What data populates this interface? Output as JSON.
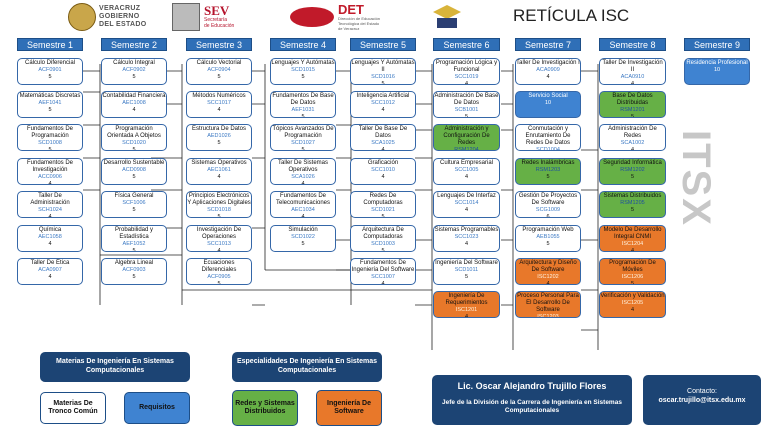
{
  "header": {
    "logo_veracruz": [
      "VERACRUZ",
      "GOBIERNO",
      "DEL ESTADO"
    ],
    "logo_sev": "SEV",
    "logo_sev_sub": [
      "Secretaría",
      "de Educación"
    ],
    "logo_det": "DET",
    "logo_det_sub": [
      "Dirección de Educación",
      "Tecnológica del Estado",
      "de Veracruz"
    ],
    "title": "RETÍCULA ISC"
  },
  "semesters": [
    "Semestre 1",
    "Semestre 2",
    "Semestre 3",
    "Semestre 4",
    "Semestre 5",
    "Semestre 6",
    "Semestre 7",
    "Semestre 8",
    "Semestre 9"
  ],
  "courses": {
    "s1": [
      {
        "name": "Cálculo Diferencial",
        "code": "ACF0901",
        "credits": "5"
      },
      {
        "name": "Matemáticas Discretas",
        "code": "AEF1041",
        "credits": "5"
      },
      {
        "name": "Fundamentos De Programación",
        "code": "SCD1008",
        "credits": "5"
      },
      {
        "name": "Fundamentos De Investigación",
        "code": "ACC0906",
        "credits": "4"
      },
      {
        "name": "Taller De Administración",
        "code": "SCH1024",
        "credits": "4"
      },
      {
        "name": "Química",
        "code": "AEC1058",
        "credits": "4"
      },
      {
        "name": "Taller De Ética",
        "code": "ACA0907",
        "credits": "4"
      }
    ],
    "s2": [
      {
        "name": "Cálculo Integral",
        "code": "ACF0902",
        "credits": "5"
      },
      {
        "name": "Contabilidad Financiera",
        "code": "AEC1008",
        "credits": "4"
      },
      {
        "name": "Programación Orientada A Objetos",
        "code": "SCD1020",
        "credits": "5"
      },
      {
        "name": "Desarrollo Sustentable",
        "code": "ACD0908",
        "credits": "5"
      },
      {
        "name": "Física General",
        "code": "SCF1006",
        "credits": "5"
      },
      {
        "name": "Probabilidad y Estadística",
        "code": "AEF1052",
        "credits": "5"
      },
      {
        "name": "Álgebra Lineal",
        "code": "ACF0903",
        "credits": "5"
      }
    ],
    "s3": [
      {
        "name": "Cálculo Vectorial",
        "code": "ACF0904",
        "credits": "5"
      },
      {
        "name": "Métodos Numéricos",
        "code": "SCC1017",
        "credits": "4"
      },
      {
        "name": "Estructura De Datos",
        "code": "AED1026",
        "credits": "5"
      },
      {
        "name": "Sistemas Operativos",
        "code": "AEC1061",
        "credits": "4"
      },
      {
        "name": "Principios Electrónicos Y Aplicaciones Digitales",
        "code": "SCD1018",
        "credits": "5"
      },
      {
        "name": "Investigación De Operaciones",
        "code": "SCC1013",
        "credits": "4"
      },
      {
        "name": "Ecuaciones Diferenciales",
        "code": "ACF0905",
        "credits": "5"
      }
    ],
    "s4": [
      {
        "name": "Lenguajes Y Autómatas",
        "code": "SCD1015",
        "credits": "5"
      },
      {
        "name": "Fundamentos De Base De Datos",
        "code": "AEF1031",
        "credits": "5"
      },
      {
        "name": "Tópicos Avanzados De Programación",
        "code": "SCD1027",
        "credits": "5"
      },
      {
        "name": "Taller De Sistemas Operativos",
        "code": "SCA1026",
        "credits": "4"
      },
      {
        "name": "Fundamentos De Telecomunicaciones",
        "code": "AEC1034",
        "credits": "4"
      },
      {
        "name": "Simulación",
        "code": "SCD1022",
        "credits": "5"
      }
    ],
    "s5": [
      {
        "name": "Lenguajes Y Autómatas II",
        "code": "SCD1016",
        "credits": "5"
      },
      {
        "name": "Inteligencia Artificial",
        "code": "SCC1012",
        "credits": "4"
      },
      {
        "name": "Taller De Base De Datos",
        "code": "SCA1025",
        "credits": "4"
      },
      {
        "name": "Graficación",
        "code": "SCC1010",
        "credits": "4"
      },
      {
        "name": "Redes De Computadoras",
        "code": "SCD1021",
        "credits": "5"
      },
      {
        "name": "Arquitectura De Computadoras",
        "code": "SCD1003",
        "credits": "5"
      },
      {
        "name": "Fundamentos De Ingeniería Del Software",
        "code": "SCC1007",
        "credits": "4"
      }
    ],
    "s6": [
      {
        "name": "Programación Lógica y Funcional",
        "code": "SCC1019",
        "credits": "4"
      },
      {
        "name": "Administración De Base De Datos",
        "code": "SCB1001",
        "credits": "5"
      },
      {
        "name": "Administración y Configuración De Redes",
        "code": "RSM1204",
        "credits": "5",
        "style": "green"
      },
      {
        "name": "Cultura Empresarial",
        "code": "SCC1005",
        "credits": "4"
      },
      {
        "name": "Lenguajes De Interfaz",
        "code": "SCC1014",
        "credits": "4"
      },
      {
        "name": "Sistemas Programables",
        "code": "SCC1023",
        "credits": "4"
      },
      {
        "name": "Ingeniería Del Software",
        "code": "SCD1011",
        "credits": "5"
      },
      {
        "name": "Ingeniería De Requerimientos",
        "code": "ISC1201",
        "credits": "4",
        "style": "orange"
      }
    ],
    "s7": [
      {
        "name": "Taller De Investigación I",
        "code": "ACA0909",
        "credits": "4"
      },
      {
        "name": "Servicio Social",
        "code": "",
        "credits": "10",
        "style": "blue"
      },
      {
        "name": "Conmutación y Enrutamiento De Redes De Datos",
        "code": "SCD1004",
        "credits": "5"
      },
      {
        "name": "Redes Inalámbricas",
        "code": "RSM1203",
        "credits": "5",
        "style": "green"
      },
      {
        "name": "Gestión De Proyectos De Software",
        "code": "SCG1009",
        "credits": "6"
      },
      {
        "name": "Programación Web",
        "code": "AEB1055",
        "credits": "5"
      },
      {
        "name": "Arquitectura y Diseño De Software",
        "code": "ISC1202",
        "credits": "4",
        "style": "orange"
      },
      {
        "name": "Proceso Personal Para El Desarrollo De Software",
        "code": "ISC1203",
        "credits": "4",
        "style": "orange"
      }
    ],
    "s8": [
      {
        "name": "Taller De Investigación II",
        "code": "ACA0910",
        "credits": "4"
      },
      {
        "name": "Base De Datos Distribuidas",
        "code": "RSM1201",
        "credits": "5",
        "style": "green"
      },
      {
        "name": "Administración De Redes",
        "code": "SCA1002",
        "credits": "4"
      },
      {
        "name": "Seguridad Informática",
        "code": "RSM1202",
        "credits": "5",
        "style": "green"
      },
      {
        "name": "Sistemas Distribuidos",
        "code": "RSM1205",
        "credits": "5",
        "style": "green"
      },
      {
        "name": "Modelo De Desarrollo Integral CNMI",
        "code": "ISC1204",
        "credits": "4",
        "style": "orange"
      },
      {
        "name": "Programación De Móviles",
        "code": "ISC1206",
        "credits": "5",
        "style": "orange"
      },
      {
        "name": "Verificación y Validación",
        "code": "ISC1205",
        "credits": "4",
        "style": "orange"
      }
    ],
    "s9": [
      {
        "name": "Residencia Profesional",
        "code": "",
        "credits": "10",
        "style": "blue"
      }
    ]
  },
  "legend": {
    "subjects_title": "Materias De Ingeniería En Sistemas Computacionales",
    "core": "Materias De Tronco Común",
    "req": "Requisitos",
    "spec_title": "Especialidades De Ingeniería En Sistemas Computacionales",
    "spec1": "Redes y Sistemas Distribuidos",
    "spec2": "Ingeniería De Software"
  },
  "footer": {
    "name": "Lic. Oscar Alejandro Trujillo Flores",
    "role": "Jefe de la División de la Carrera de Ingeniería en Sistemas Computacionales",
    "contact_label": "Contacto:",
    "contact_email": "oscar.trujillo@itsx.edu.mx"
  },
  "side_logo": "ITSX",
  "colors": {
    "header": "#2f6fb7",
    "navy": "#1c4474",
    "green": "#66b046",
    "orange": "#e8782a",
    "blue": "#3f83d1"
  }
}
